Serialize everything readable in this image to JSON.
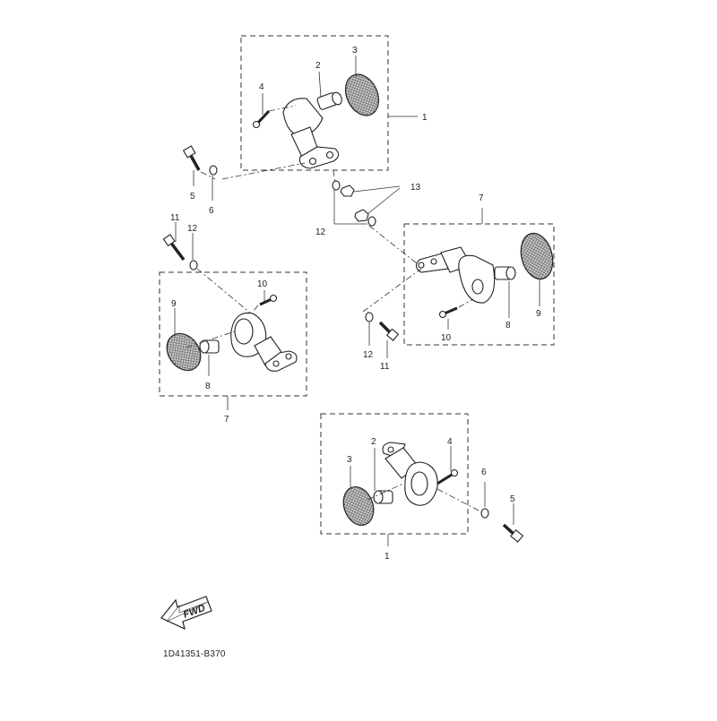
{
  "diagram": {
    "code": "1D41351-B370",
    "fwd_label": "FWD",
    "groups": {
      "top_right_assembly": {
        "callouts": [
          "1",
          "2",
          "3",
          "4",
          "5",
          "6"
        ]
      },
      "middle_right_assembly": {
        "callouts": [
          "7",
          "8",
          "9",
          "10",
          "11",
          "12"
        ]
      },
      "middle_left_assembly": {
        "callouts": [
          "7",
          "8",
          "9",
          "10",
          "11",
          "12"
        ]
      },
      "bottom_assembly": {
        "callouts": [
          "1",
          "2",
          "3",
          "4",
          "5",
          "6"
        ]
      },
      "shared_hardware": {
        "callouts": [
          "12",
          "13"
        ]
      }
    }
  }
}
